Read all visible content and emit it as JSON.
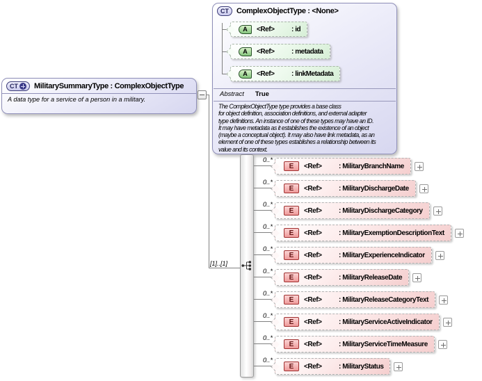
{
  "colors": {
    "type_box_fill": "#d7d7f0",
    "type_box_border": "#8e8eb8",
    "attribute_fill": "#d7efd7",
    "attribute_icon_fill": "#84c57c",
    "element_fill": "#f5cfcf",
    "element_icon_fill": "#ef9a9a",
    "element_icon_border": "#a03030",
    "connector": "#808080"
  },
  "icons": {
    "complex_type_label": "CT",
    "attribute_label": "A",
    "element_label": "E"
  },
  "root_type": {
    "title": "MilitarySummaryType : ComplexObjectType",
    "description": "A data type for a service of a person in a military."
  },
  "base_type": {
    "title": "ComplexObjectType : <None>",
    "attributes": [
      {
        "ref_label": "<Ref>",
        "name_label": ": id"
      },
      {
        "ref_label": "<Ref>",
        "name_label": ": metadata"
      },
      {
        "ref_label": "<Ref>",
        "name_label": ": linkMetadata"
      }
    ],
    "abstract_label": "Abstract",
    "abstract_value": "True",
    "description": "The ComplexObjectType type provides a base class\nfor object definition, association definitions, and external adapter\ntype definitions. An instance of one of these types may have an ID.\nIt may have metadata as it establishes the existence of an object\n(maybe a conceptual object). It may also have link metadata, as an\nelement of one of these types establishes a relationship between its\nvalue and its context."
  },
  "sequence": {
    "cardinality": "[1]..[1]"
  },
  "elements": [
    {
      "cardinality": "0..*",
      "ref_label": "<Ref>",
      "name_label": ": MilitaryBranchName"
    },
    {
      "cardinality": "0..*",
      "ref_label": "<Ref>",
      "name_label": ": MilitaryDischargeDate"
    },
    {
      "cardinality": "0..*",
      "ref_label": "<Ref>",
      "name_label": ": MilitaryDischargeCategory"
    },
    {
      "cardinality": "0..*",
      "ref_label": "<Ref>",
      "name_label": ": MilitaryExemptionDescriptionText"
    },
    {
      "cardinality": "0..*",
      "ref_label": "<Ref>",
      "name_label": ": MilitaryExperienceIndicator"
    },
    {
      "cardinality": "0..*",
      "ref_label": "<Ref>",
      "name_label": ": MilitaryReleaseDate"
    },
    {
      "cardinality": "0..*",
      "ref_label": "<Ref>",
      "name_label": ": MilitaryReleaseCategoryText"
    },
    {
      "cardinality": "0..*",
      "ref_label": "<Ref>",
      "name_label": ": MilitaryServiceActiveIndicator"
    },
    {
      "cardinality": "0..*",
      "ref_label": "<Ref>",
      "name_label": ": MilitaryServiceTimeMeasure"
    },
    {
      "cardinality": "0..*",
      "ref_label": "<Ref>",
      "name_label": ": MilitaryStatus"
    }
  ]
}
